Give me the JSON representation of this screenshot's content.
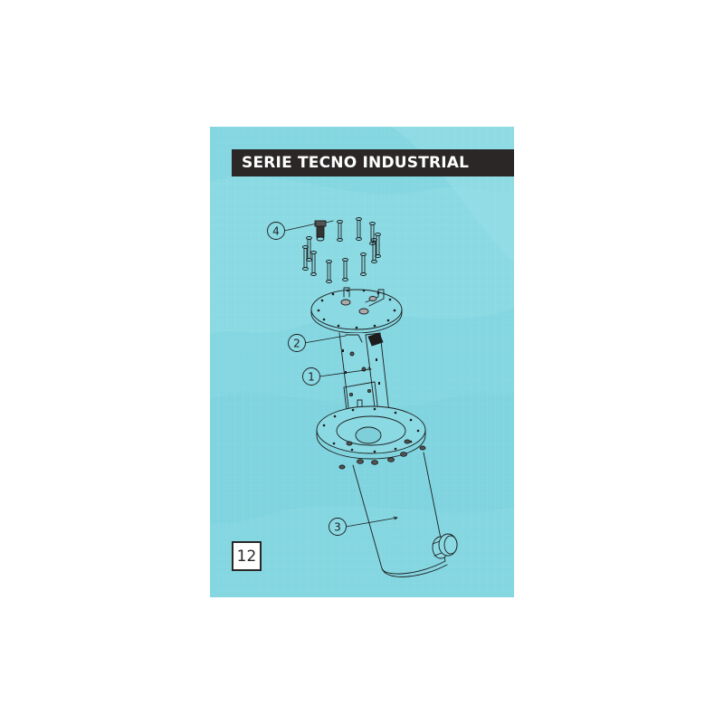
{
  "page": {
    "title": "SERIE TECNO INDUSTRIAL",
    "page_number": "12",
    "background_color": "#86d8e2",
    "title_bar_color": "#2a2726"
  },
  "diagram": {
    "type": "exploded-parts-view",
    "callouts": [
      {
        "number": "1",
        "part": "inner-chamber"
      },
      {
        "number": "2",
        "part": "electrode-connector"
      },
      {
        "number": "3",
        "part": "cylindrical-housing"
      },
      {
        "number": "4",
        "part": "bolts-and-fittings"
      }
    ]
  }
}
